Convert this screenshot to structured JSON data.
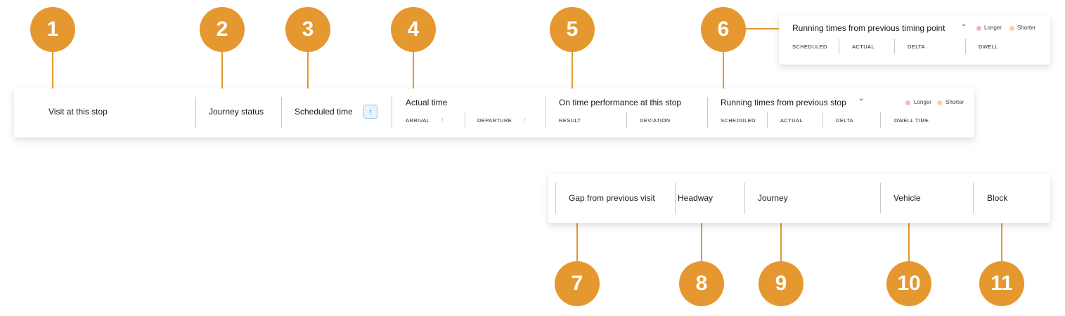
{
  "theme": {
    "marker_color": "#e5982f",
    "accent_blue": "#1f6fa8",
    "longer_color": "#f2b7c5",
    "shorter_color": "#f7d0b3"
  },
  "markers": {
    "m1": "1",
    "m2": "2",
    "m3": "3",
    "m4": "4",
    "m5": "5",
    "m6": "6",
    "m7": "7",
    "m8": "8",
    "m9": "9",
    "m10": "10",
    "m11": "11"
  },
  "main_header": {
    "visit": "Visit at this stop",
    "journey_status": "Journey status",
    "scheduled_time": "Scheduled time",
    "scheduled_sort_icon": "↑",
    "actual_time": "Actual time",
    "arrival": "ARRIVAL",
    "departure": "DEPARTURE",
    "sort_arrow": "↑",
    "otp": "On time performance at this stop",
    "result": "RESULT",
    "deviation": "DEVIATION",
    "running_times": "Running times from previous stop",
    "chevron": "⌄",
    "scheduled": "SCHEDULED",
    "actual": "ACTUAL",
    "delta": "DELTA",
    "dwell_time": "DWELL TIME",
    "longer": "Longer",
    "shorter": "Shorter"
  },
  "timing_popup": {
    "title": "Running times from previous timing point",
    "chevron": "⌄",
    "longer": "Longer",
    "shorter": "Shorter",
    "scheduled": "SCHEDULED",
    "actual": "ACTUAL",
    "delta": "DELTA",
    "dwell": "DWELL"
  },
  "second_header": {
    "gap": "Gap from previous visit",
    "headway": "Headway",
    "journey": "Journey",
    "vehicle": "Vehicle",
    "block": "Block"
  }
}
